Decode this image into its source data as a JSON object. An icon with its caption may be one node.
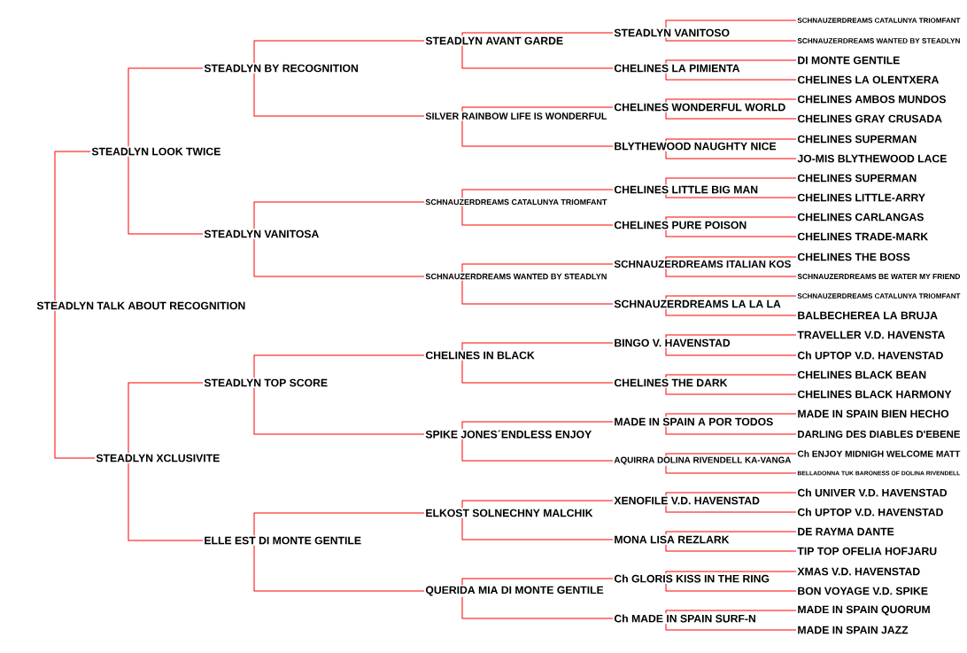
{
  "diagram": {
    "nodes": [
      {
        "text": [
          "STEADLYN TALK ABOUT RECOGNITION"
        ]
      },
      {
        "text": [
          "STEADLYN LOOK TWICE"
        ]
      },
      {
        "text": [
          "STEADLYN XCLUSIVITE"
        ]
      },
      {
        "text": [
          "STEADLYN BY RECOGNITION"
        ]
      },
      {
        "text": [
          "STEADLYN VANITOSA"
        ]
      },
      {
        "text": [
          "STEADLYN TOP SCORE"
        ]
      },
      {
        "text": [
          "ELLE EST DI MONTE GENTILE"
        ]
      },
      {
        "text": [
          "STEADLYN AVANT GARDE"
        ]
      },
      {
        "text": [
          "SILVER RAINBOW LIFE IS WONDERFUL"
        ]
      },
      {
        "text": [
          "SCHNAUZERDREAMS CATALUNYA TRIOMFANT"
        ]
      },
      {
        "text": [
          "SCHNAUZERDREAMS WANTED BY STEADLYN"
        ]
      },
      {
        "text": [
          "CHELINES IN BLACK"
        ]
      },
      {
        "text": [
          "SPIKE JONES´ENDLESS ENJOY"
        ]
      },
      {
        "text": [
          "ELKOST SOLNECHNY MALCHIK"
        ]
      },
      {
        "text": [
          "QUERIDA MIA DI MONTE GENTILE"
        ]
      },
      {
        "text": [
          "STEADLYN VANITOSO"
        ]
      },
      {
        "text": [
          "CHELINES LA PIMIENTA"
        ]
      },
      {
        "text": [
          "CHELINES WONDERFUL WORLD"
        ]
      },
      {
        "text": [
          "BLYTHEWOOD NAUGHTY NICE"
        ]
      },
      {
        "text": [
          "CHELINES LITTLE BIG MAN"
        ]
      },
      {
        "text": [
          "CHELINES PURE POISON"
        ]
      },
      {
        "text": [
          "SCHNAUZERDREAMS ITALIAN KOS"
        ]
      },
      {
        "text": [
          "SCHNAUZERDREAMS LA LA LA"
        ]
      },
      {
        "text": [
          "BINGO V. HAVENSTAD"
        ]
      },
      {
        "text": [
          "CHELINES THE DARK"
        ]
      },
      {
        "text": [
          "MADE IN SPAIN A POR TODOS"
        ]
      },
      {
        "text": [
          "AQUIRRA DOLINA RIVENDELL KA-VANGA"
        ]
      },
      {
        "text": [
          "XENOFILE V.D. HAVENSTAD"
        ]
      },
      {
        "text": [
          "MONA LISA REZLARK"
        ]
      },
      {
        "text": [
          "Ch GLORIS KISS IN THE RING"
        ]
      },
      {
        "text": [
          "Ch MADE IN SPAIN SURF-N"
        ]
      },
      {
        "text": [
          "SCHNAUZERDREAMS CATALUNYA TRIOMFANT"
        ]
      },
      {
        "text": [
          "SCHNAUZERDREAMS WANTED BY STEADLYN"
        ]
      },
      {
        "text": [
          "DI MONTE GENTILE"
        ]
      },
      {
        "text": [
          "CHELINES LA OLENTXERA"
        ]
      },
      {
        "text": [
          "CHELINES AMBOS MUNDOS"
        ]
      },
      {
        "text": [
          "CHELINES GRAY CRUSADA"
        ]
      },
      {
        "text": [
          "CHELINES SUPERMAN"
        ]
      },
      {
        "text": [
          "JO-MIS BLYTHEWOOD LACE"
        ]
      },
      {
        "text": [
          "CHELINES SUPERMAN"
        ]
      },
      {
        "text": [
          "CHELINES LITTLE-ARRY"
        ]
      },
      {
        "text": [
          "CHELINES CARLANGAS"
        ]
      },
      {
        "text": [
          "CHELINES TRADE-MARK"
        ]
      },
      {
        "text": [
          "CHELINES THE BOSS"
        ]
      },
      {
        "text": [
          "SCHNAUZERDREAMS BE WATER MY FRIEND"
        ]
      },
      {
        "text": [
          "SCHNAUZERDREAMS CATALUNYA TRIOMFANT"
        ]
      },
      {
        "text": [
          "BALBECHEREA LA BRUJA"
        ]
      },
      {
        "text": [
          "TRAVELLER V.D. HAVENSTA"
        ]
      },
      {
        "text": [
          "Ch UPTOP V.D. HAVENSTAD"
        ]
      },
      {
        "text": [
          "CHELINES BLACK BEAN"
        ]
      },
      {
        "text": [
          "CHELINES BLACK HARMONY"
        ]
      },
      {
        "text": [
          "MADE IN SPAIN BIEN HECHO"
        ]
      },
      {
        "text": [
          "DARLING DES DIABLES D'EBENE"
        ]
      },
      {
        "text": [
          "Ch ENJOY MIDNIGH WELCOME MATT"
        ]
      },
      {
        "text": [
          "BELLADONNA TUK BARONESS OF DOLINA RIVENDELL"
        ]
      },
      {
        "text": [
          "Ch UNIVER V.D. HAVENSTAD"
        ]
      },
      {
        "text": [
          "Ch UPTOP V.D. HAVENSTAD"
        ]
      },
      {
        "text": [
          "DE RAYMA DANTE"
        ]
      },
      {
        "text": [
          "TIP TOP OFELIA HOFJARU"
        ]
      },
      {
        "text": [
          "XMAS V.D. HAVENSTAD"
        ]
      },
      {
        "text": [
          "BON VOYAGE V.D. SPIKE"
        ]
      },
      {
        "text": [
          "MADE IN SPAIN QUORUM"
        ]
      },
      {
        "text": [
          "MADE IN SPAIN JAZZ"
        ]
      }
    ],
    "edges": [
      {
        "from": 0,
        "to": 1,
        "arrow": "none"
      },
      {
        "from": 0,
        "to": 2,
        "arrow": "none"
      },
      {
        "from": 1,
        "to": 3,
        "arrow": "none"
      },
      {
        "from": 1,
        "to": 4,
        "arrow": "none"
      },
      {
        "from": 2,
        "to": 5,
        "arrow": "none"
      },
      {
        "from": 2,
        "to": 6,
        "arrow": "none"
      },
      {
        "from": 3,
        "to": 7,
        "arrow": "none"
      },
      {
        "from": 3,
        "to": 8,
        "arrow": "none"
      },
      {
        "from": 4,
        "to": 9,
        "arrow": "none"
      },
      {
        "from": 4,
        "to": 10,
        "arrow": "none"
      },
      {
        "from": 5,
        "to": 11,
        "arrow": "none"
      },
      {
        "from": 5,
        "to": 12,
        "arrow": "none"
      },
      {
        "from": 6,
        "to": 13,
        "arrow": "none"
      },
      {
        "from": 6,
        "to": 14,
        "arrow": "none"
      },
      {
        "from": 7,
        "to": 15,
        "arrow": "none"
      },
      {
        "from": 7,
        "to": 16,
        "arrow": "none"
      },
      {
        "from": 8,
        "to": 17,
        "arrow": "none"
      },
      {
        "from": 8,
        "to": 18,
        "arrow": "none"
      },
      {
        "from": 9,
        "to": 19,
        "arrow": "none"
      },
      {
        "from": 9,
        "to": 20,
        "arrow": "none"
      },
      {
        "from": 10,
        "to": 21,
        "arrow": "none"
      },
      {
        "from": 10,
        "to": 22,
        "arrow": "none"
      },
      {
        "from": 11,
        "to": 23,
        "arrow": "none"
      },
      {
        "from": 11,
        "to": 24,
        "arrow": "none"
      },
      {
        "from": 12,
        "to": 25,
        "arrow": "none"
      },
      {
        "from": 12,
        "to": 26,
        "arrow": "none"
      },
      {
        "from": 13,
        "to": 27,
        "arrow": "none"
      },
      {
        "from": 13,
        "to": 28,
        "arrow": "none"
      },
      {
        "from": 14,
        "to": 29,
        "arrow": "none"
      },
      {
        "from": 14,
        "to": 30,
        "arrow": "none"
      },
      {
        "from": 15,
        "to": 31,
        "arrow": "none"
      },
      {
        "from": 15,
        "to": 32,
        "arrow": "none"
      },
      {
        "from": 16,
        "to": 33,
        "arrow": "none"
      },
      {
        "from": 16,
        "to": 34,
        "arrow": "none"
      },
      {
        "from": 17,
        "to": 35,
        "arrow": "none"
      },
      {
        "from": 17,
        "to": 36,
        "arrow": "none"
      },
      {
        "from": 18,
        "to": 37,
        "arrow": "none"
      },
      {
        "from": 18,
        "to": 38,
        "arrow": "none"
      },
      {
        "from": 19,
        "to": 39,
        "arrow": "none"
      },
      {
        "from": 19,
        "to": 40,
        "arrow": "none"
      },
      {
        "from": 20,
        "to": 41,
        "arrow": "none"
      },
      {
        "from": 20,
        "to": 42,
        "arrow": "none"
      },
      {
        "from": 21,
        "to": 43,
        "arrow": "none"
      },
      {
        "from": 21,
        "to": 44,
        "arrow": "none"
      },
      {
        "from": 22,
        "to": 45,
        "arrow": "none"
      },
      {
        "from": 22,
        "to": 46,
        "arrow": "none"
      },
      {
        "from": 23,
        "to": 47,
        "arrow": "none"
      },
      {
        "from": 23,
        "to": 48,
        "arrow": "none"
      },
      {
        "from": 24,
        "to": 49,
        "arrow": "none"
      },
      {
        "from": 24,
        "to": 50,
        "arrow": "none"
      },
      {
        "from": 25,
        "to": 51,
        "arrow": "none"
      },
      {
        "from": 25,
        "to": 52,
        "arrow": "none"
      },
      {
        "from": 26,
        "to": 53,
        "arrow": "none"
      },
      {
        "from": 26,
        "to": 54,
        "arrow": "none"
      },
      {
        "from": 27,
        "to": 55,
        "arrow": "none"
      },
      {
        "from": 27,
        "to": 56,
        "arrow": "none"
      },
      {
        "from": 28,
        "to": 57,
        "arrow": "none"
      },
      {
        "from": 28,
        "to": 58,
        "arrow": "none"
      },
      {
        "from": 29,
        "to": 59,
        "arrow": "none"
      },
      {
        "from": 29,
        "to": 60,
        "arrow": "none"
      },
      {
        "from": 30,
        "to": 61,
        "arrow": "none"
      },
      {
        "from": 30,
        "to": 62,
        "arrow": "none"
      }
    ]
  }
}
